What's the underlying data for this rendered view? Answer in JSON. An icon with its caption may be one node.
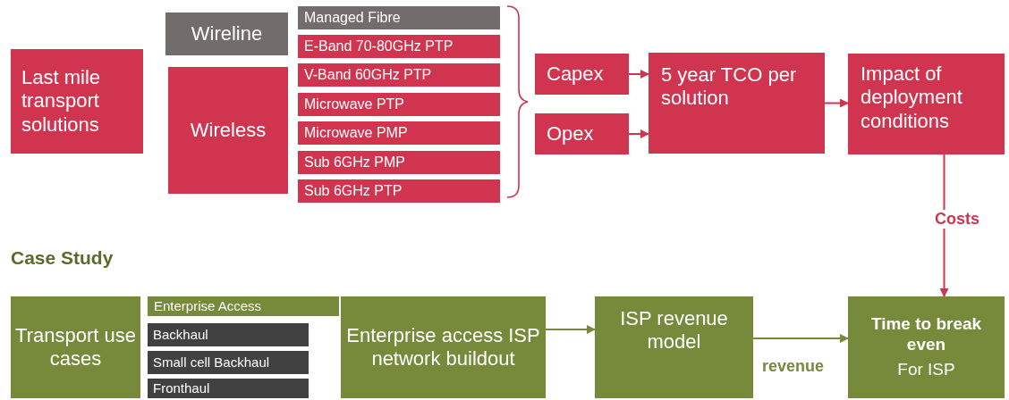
{
  "diagram": {
    "nodes": [
      {
        "text": [
          "Last mile transport solutions"
        ]
      },
      {
        "text": [
          "Wireline"
        ]
      },
      {
        "text": [
          "Wireless"
        ]
      },
      {
        "text": [
          "Managed Fibre"
        ]
      },
      {
        "text": [
          "E-Band 70-80GHz PTP"
        ]
      },
      {
        "text": [
          "V-Band 60GHz PTP"
        ]
      },
      {
        "text": [
          "Microwave PTP"
        ]
      },
      {
        "text": [
          "Microwave PMP"
        ]
      },
      {
        "text": [
          "Sub 6GHz PMP"
        ]
      },
      {
        "text": [
          "Sub 6GHz PTP"
        ]
      },
      {
        "text": [
          "Capex"
        ]
      },
      {
        "text": [
          "Opex"
        ]
      },
      {
        "text": [
          "5 year TCO per solution"
        ]
      },
      {
        "text": [
          "Impact of deployment conditions"
        ]
      },
      {
        "text": [
          "Transport use cases"
        ]
      },
      {
        "text": [
          "Enterprise Access"
        ]
      },
      {
        "text": [
          "Backhaul"
        ]
      },
      {
        "text": [
          "Small cell Backhaul"
        ]
      },
      {
        "text": [
          "Fronthaul"
        ]
      },
      {
        "text": [
          "Enterprise access ISP network buildout"
        ]
      },
      {
        "text": [
          "ISP revenue model"
        ]
      },
      {
        "text": [
          "Time to break even",
          "For ISP"
        ]
      }
    ],
    "edges": [
      {
        "from": 10,
        "to": 12,
        "arrow": "to"
      },
      {
        "from": 11,
        "to": 12,
        "arrow": "to"
      },
      {
        "from": 12,
        "to": 13,
        "arrow": "to"
      },
      {
        "from": 13,
        "to": 21,
        "arrow": "to",
        "label": "Costs"
      },
      {
        "from": 19,
        "to": 20,
        "arrow": "to",
        "color": "#77893a"
      },
      {
        "from": 20,
        "to": 21,
        "arrow": "to",
        "label": "revenue",
        "color": "#77893a"
      }
    ],
    "labels": [
      "Case Study"
    ]
  }
}
